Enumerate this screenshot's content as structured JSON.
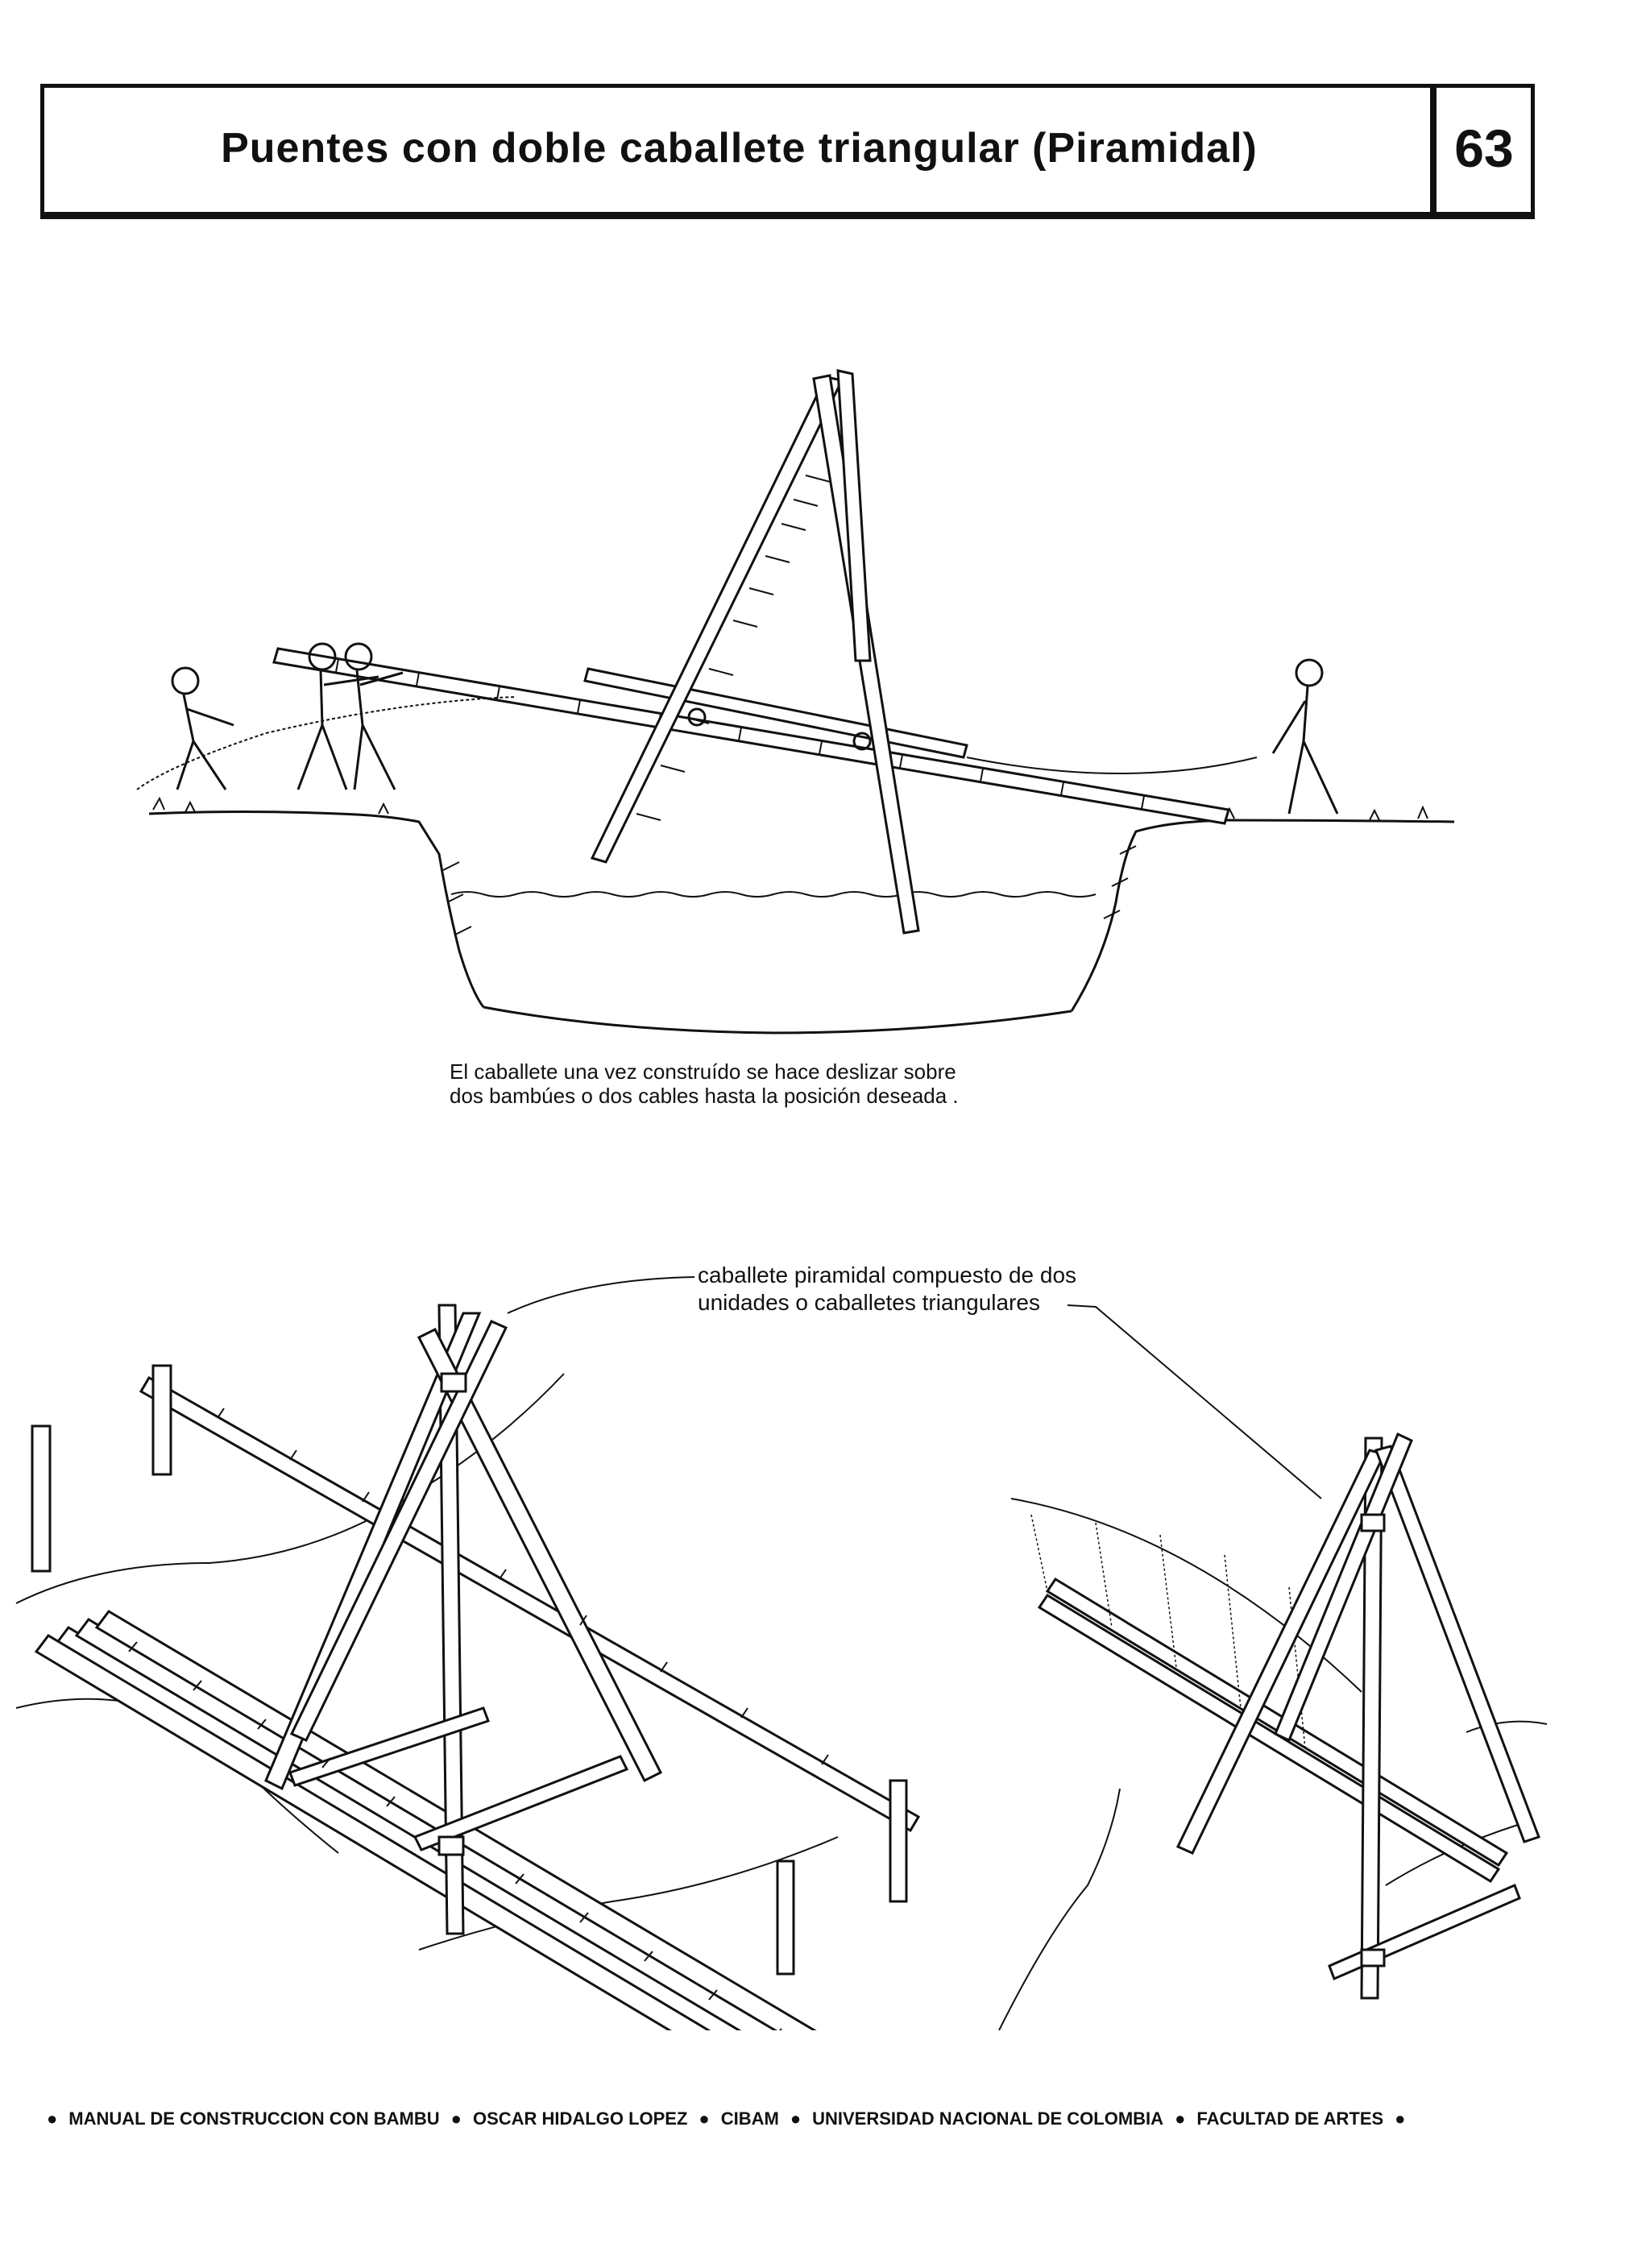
{
  "header": {
    "title": "Puentes con doble caballete triangular (Piramidal)",
    "page_number": "63"
  },
  "figure_top": {
    "caption_line1": "El caballete una vez construído se hace deslizar sobre",
    "caption_line2": "dos bambúes o dos cables hasta  la posición deseada ."
  },
  "figure_bottom": {
    "callout_line1": "caballete piramidal compuesto de dos",
    "callout_line2": "unidades o caballetes triangulares"
  },
  "footer": {
    "items": [
      "MANUAL DE CONSTRUCCION CON BAMBU",
      "OSCAR HIDALGO LOPEZ",
      "CIBAM",
      "UNIVERSIDAD NACIONAL DE COLOMBIA",
      "FACULTAD DE ARTES"
    ],
    "bullet": "●"
  }
}
